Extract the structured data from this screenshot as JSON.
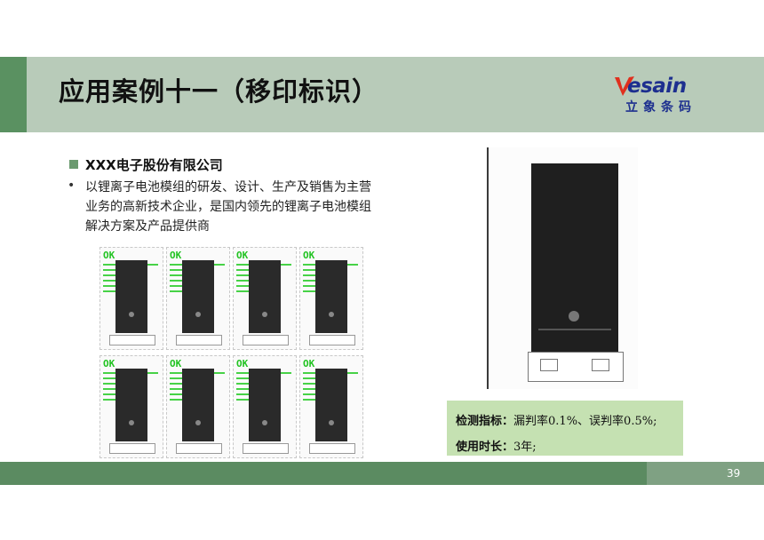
{
  "header": {
    "title": "应用案例十一（移印标识）"
  },
  "logo": {
    "word": "esain",
    "subtitle": "立象条码"
  },
  "company": {
    "name": "XXX电子股份有限公司",
    "description": "以锂离子电池模组的研发、设计、生产及销售为主营业务的高新技术企业，是国内领先的锂离子电池模组解决方案及产品提供商"
  },
  "inspection": {
    "thumbnails": [
      {
        "status": "OK"
      },
      {
        "status": "OK"
      },
      {
        "status": "OK"
      },
      {
        "status": "OK"
      },
      {
        "status": "OK"
      },
      {
        "status": "OK"
      },
      {
        "status": "OK"
      },
      {
        "status": "OK"
      }
    ]
  },
  "metrics": {
    "detection_label": "检测指标：",
    "detection_value": "漏判率0.1%、误判率0.5%;",
    "duration_label": "使用时长：",
    "duration_value": "3年;"
  },
  "footer": {
    "page_number": "39"
  },
  "colors": {
    "header_band": "#b8cbb9",
    "accent_green": "#5a9161",
    "info_box": "#c5e1b2",
    "logo_blue": "#1d2f8f",
    "ok_green": "#22c322"
  }
}
